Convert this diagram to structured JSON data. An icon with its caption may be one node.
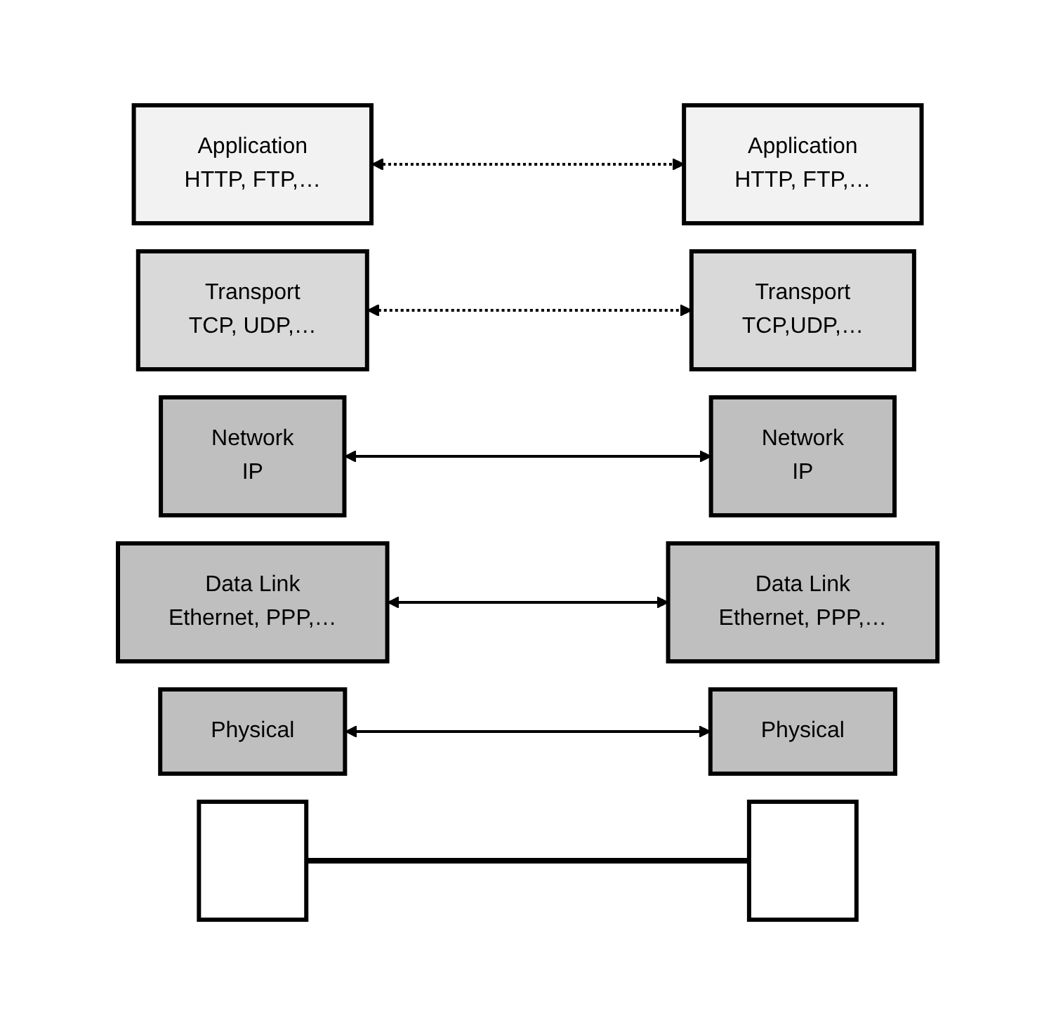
{
  "diagram": {
    "nodes": [
      {
        "text": [
          "Application",
          "HTTP, FTP,…"
        ]
      },
      {
        "text": [
          "Application",
          "HTTP, FTP,…"
        ]
      },
      {
        "text": [
          "Transport",
          "TCP, UDP,…"
        ]
      },
      {
        "text": [
          "Transport",
          "TCP,UDP,…"
        ]
      },
      {
        "text": [
          "Network",
          "IP"
        ]
      },
      {
        "text": [
          "Network",
          "IP"
        ]
      },
      {
        "text": [
          "Data Link",
          "Ethernet, PPP,…"
        ]
      },
      {
        "text": [
          "Data Link",
          "Ethernet, PPP,…"
        ]
      },
      {
        "text": [
          "Physical"
        ]
      },
      {
        "text": [
          "Physical"
        ]
      },
      {
        "text": [],
        "shape": "box"
      },
      {
        "text": [],
        "shape": "box"
      }
    ],
    "edges": [
      {
        "from": 0,
        "to": 1,
        "arrow": "both",
        "style": "dashed"
      },
      {
        "from": 2,
        "to": 3,
        "arrow": "both",
        "style": "dashed"
      },
      {
        "from": 4,
        "to": 5,
        "arrow": "both"
      },
      {
        "from": 6,
        "to": 7,
        "arrow": "both"
      },
      {
        "from": 8,
        "to": 9,
        "arrow": "both"
      },
      {
        "from": 10,
        "to": 11,
        "arrow": "none",
        "style": "thick"
      }
    ]
  }
}
